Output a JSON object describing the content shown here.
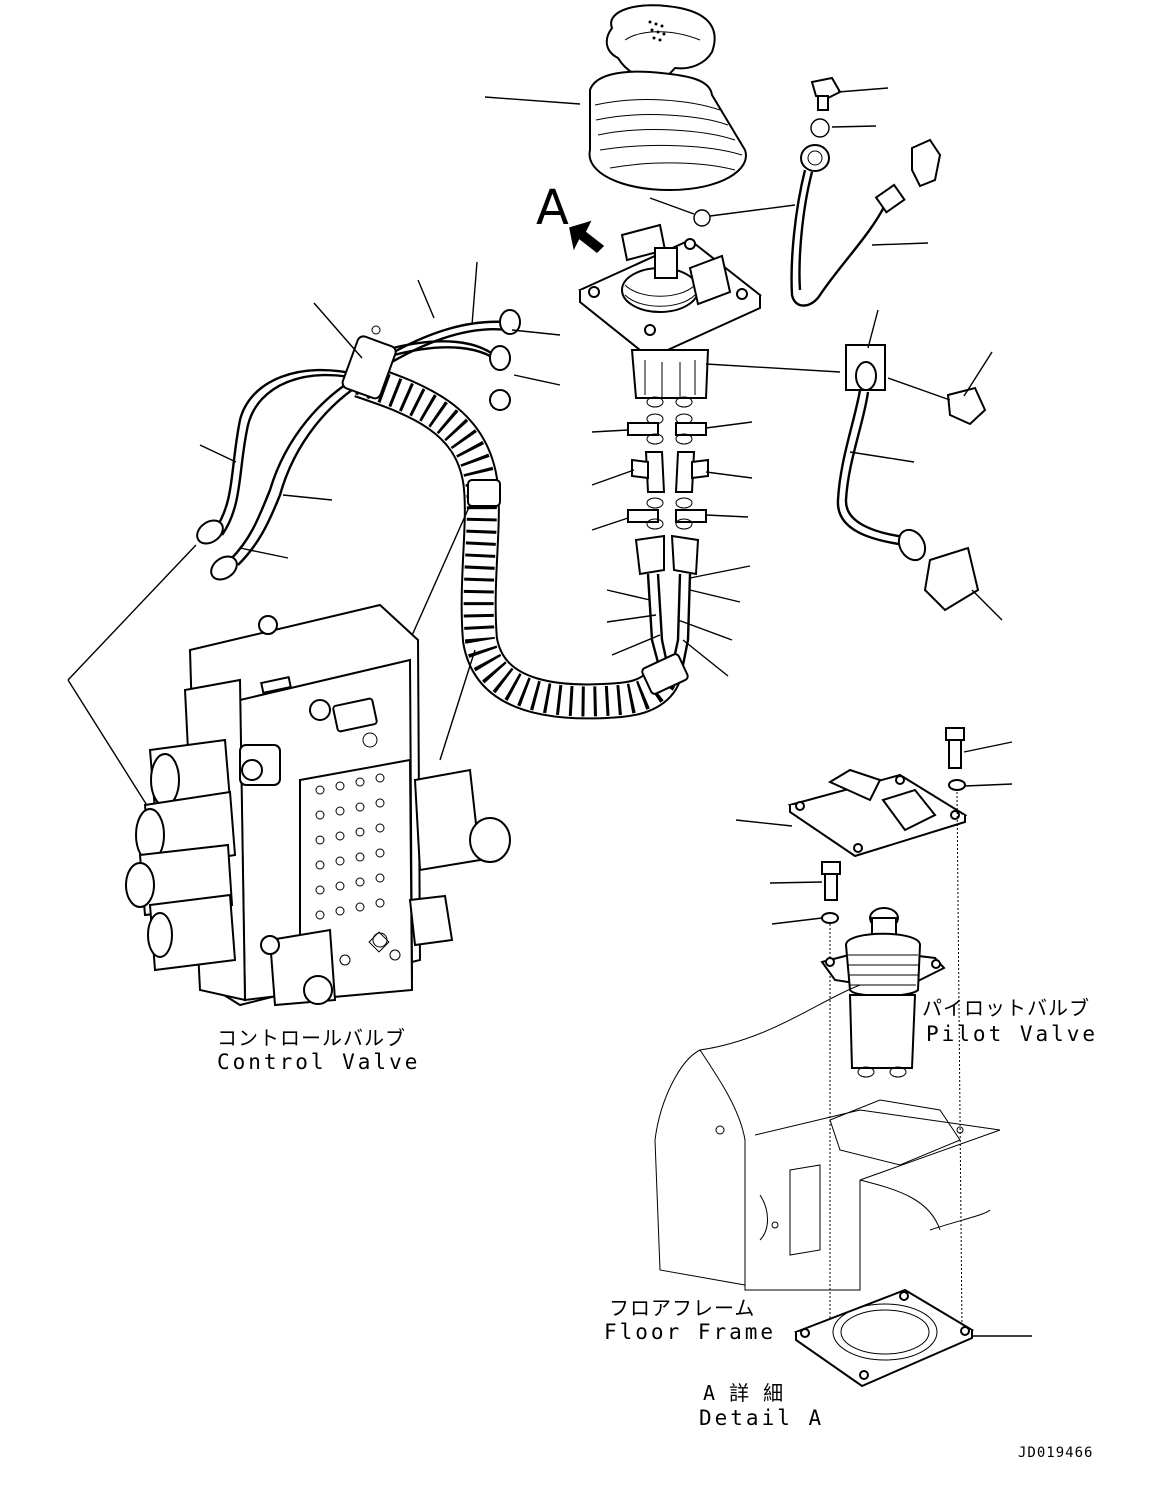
{
  "labels": {
    "control_valve_jp": "コントロールバルブ",
    "control_valve_en": "Control Valve",
    "pilot_valve_jp": "パイロットバルブ",
    "pilot_valve_en": "Pilot Valve",
    "floor_frame_jp": "フロアフレーム",
    "floor_frame_en": "Floor Frame",
    "detail_jp": "A 詳 細",
    "detail_en": "Detail A",
    "view_callout": "A",
    "drawing_code": "JD019466"
  }
}
